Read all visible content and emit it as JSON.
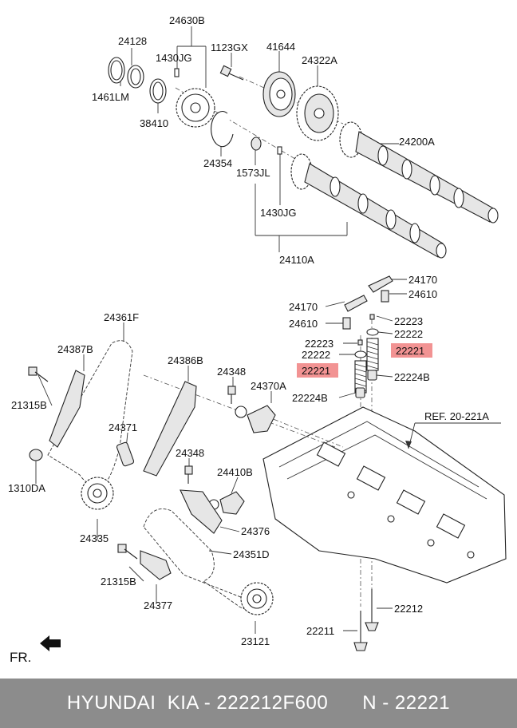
{
  "labels": {
    "l_24630B": "24630B",
    "l_24128": "24128",
    "l_1430JG_a": "1430JG",
    "l_1123GX": "1123GX",
    "l_41644": "41644",
    "l_24322A": "24322A",
    "l_1461LM": "1461LM",
    "l_38410": "38410",
    "l_24354": "24354",
    "l_1573JL": "1573JL",
    "l_24200A": "24200A",
    "l_1430JG_b": "1430JG",
    "l_24110A": "24110A",
    "l_24170_a": "24170",
    "l_24610_a": "24610",
    "l_24170_b": "24170",
    "l_22223_a": "22223",
    "l_24610_b": "24610",
    "l_22222_a": "22222",
    "l_22223_b": "22223",
    "l_22221_a": "22221",
    "l_22222_b": "22222",
    "l_22221_b": "22221",
    "l_22224B_a": "22224B",
    "l_22224B_b": "22224B",
    "l_24361F": "24361F",
    "l_24387B": "24387B",
    "l_24386B": "24386B",
    "l_24348_a": "24348",
    "l_24370A": "24370A",
    "l_21315B_a": "21315B",
    "l_24371": "24371",
    "l_1310DA": "1310DA",
    "l_24348_b": "24348",
    "l_24410B": "24410B",
    "l_24335": "24335",
    "l_24376": "24376",
    "l_24351D": "24351D",
    "l_21315B_b": "21315B",
    "l_24377": "24377",
    "l_22212": "22212",
    "l_22211": "22211",
    "l_23121": "23121",
    "l_ref": "REF. 20-221A",
    "l_fr": "FR."
  },
  "highlight_color": "#f08080",
  "footer": {
    "text": "HYUNDAI  KIA - 222212F600      N - 22221"
  }
}
